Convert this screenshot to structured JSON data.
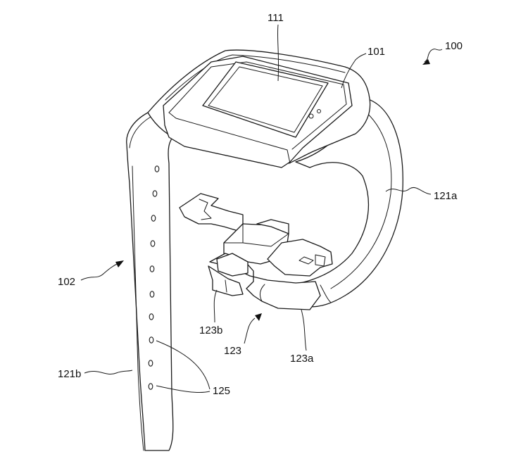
{
  "labels": {
    "device": "100",
    "body": "101",
    "display": "111",
    "strap_first": "121a",
    "strap_second": "121b",
    "strap_assembly": "102",
    "buckle": "123",
    "buckle_part_a": "123a",
    "buckle_part_b": "123b",
    "holes": "125"
  }
}
